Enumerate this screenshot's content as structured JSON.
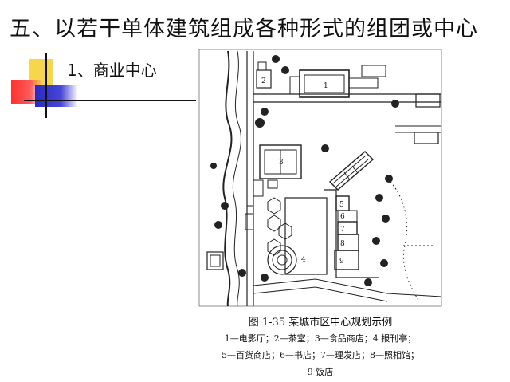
{
  "slide": {
    "title": "五、以若干单体建筑组成各种形式的组团或中心",
    "subtitle": "1、商业中心"
  },
  "figure": {
    "labels": [
      "1",
      "2",
      "3",
      "4",
      "5",
      "6",
      "7",
      "8",
      "9"
    ],
    "caption_title": "图 1-35  某城市区中心规划示例",
    "legend": [
      "1—电影厅；2—茶室；3—食品商店；4  报刊亭；",
      "5—百货商店；6—书店；7—理发店；8—照相馆；",
      "9  饭店"
    ]
  }
}
